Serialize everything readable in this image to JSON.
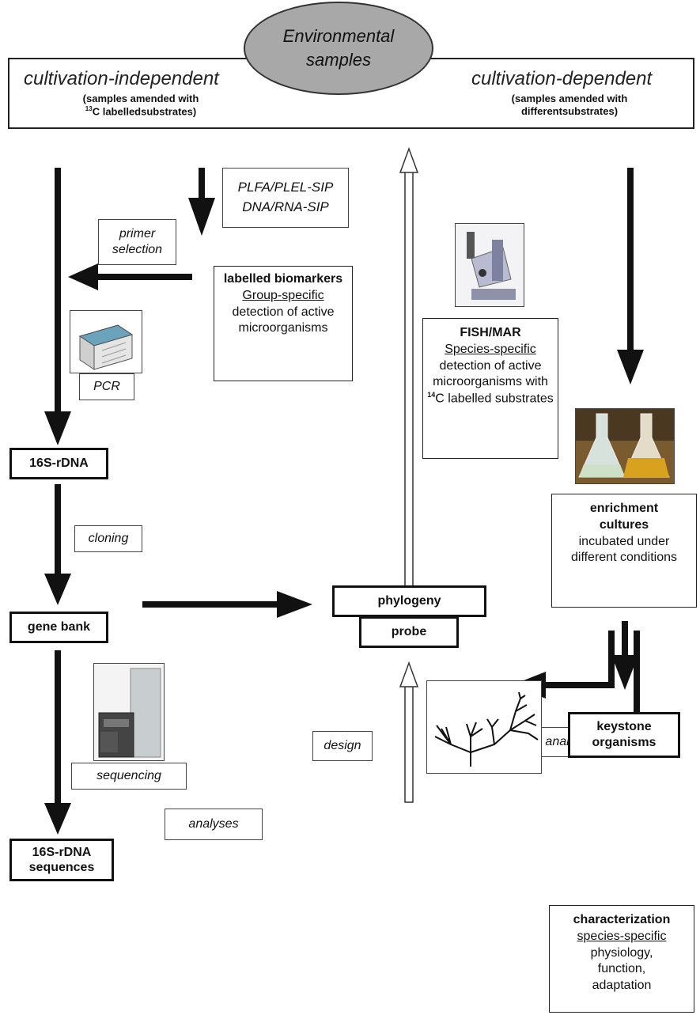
{
  "header": {
    "ellipse_text": "Environmental samples",
    "left_title": "cultivation-independent",
    "left_sub_1": "(samples amended with",
    "left_sub_2_sup": "13",
    "left_sub_2": "C labelledsubstrates)",
    "right_title": "cultivation-dependent",
    "right_sub_1": "(samples amended with",
    "right_sub_2": "differentsubstrates)"
  },
  "labels": {
    "sip": "PLFA/PLEL-SIP DNA/RNA-SIP",
    "primer": "primer selection",
    "pcr": "PCR",
    "cloning": "cloning",
    "sequencing": "sequencing",
    "analyses_left": "analyses",
    "analyses_right": "analyses",
    "design": "design"
  },
  "boxes": {
    "biomarkers_title": "labelled biomarkers",
    "biomarkers_underline": "Group-specific",
    "biomarkers_text": "detection of active microorganisms",
    "fish_title": "FISH/MAR",
    "fish_underline": "Species-specific",
    "fish_text_1": "detection of active microorganisms with",
    "fish_sup": "14",
    "fish_text_2": "C labelled substrates",
    "rdna": "16S-rDNA",
    "gene_bank": "gene bank",
    "rdna_seq": "16S-rDNA sequences",
    "phylogeny": "phylogeny",
    "probe": "probe",
    "enrichment_title": "enrichment cultures",
    "enrichment_text": "incubated under different conditions",
    "keystone": "keystone organisms",
    "char_title": "characterization",
    "char_underline": "species-specific",
    "char_text": "physiology, function, adaptation"
  },
  "icons": [
    "pcr-machine-icon",
    "microscope-icon",
    "flasks-icon",
    "sequencer-icon",
    "phylogenetic-tree-icon"
  ]
}
